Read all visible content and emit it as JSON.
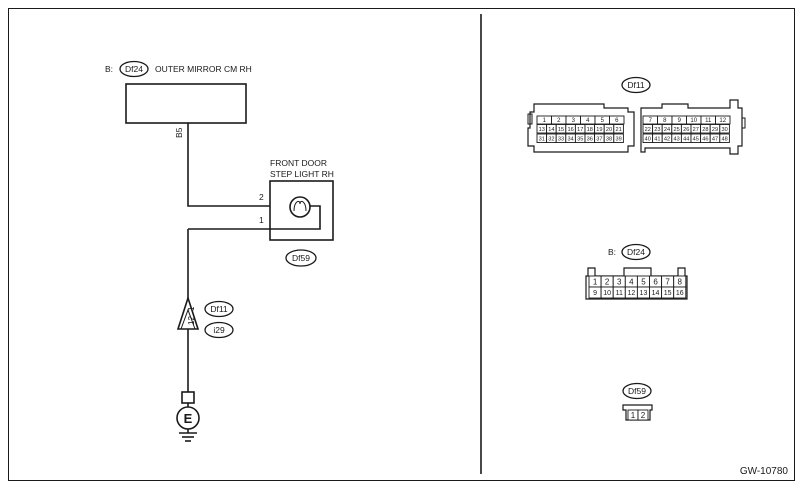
{
  "diagram": {
    "outer_mirror": {
      "prefix": "B:",
      "connector": "Df24",
      "label": "OUTER MIRROR CM RH",
      "pin": "B5"
    },
    "step_light": {
      "label_line1": "FRONT DOOR",
      "label_line2": "STEP LIGHT RH",
      "pin_top": "2",
      "pin_bottom": "1",
      "connector": "Df59"
    },
    "joint": {
      "connector_top": "Df11",
      "connector_bottom": "i29",
      "pin_a": "12",
      "pin_b": "1"
    },
    "ground": {
      "symbol": "E"
    },
    "connectors": {
      "df11": {
        "name": "Df11",
        "left_row1": [
          "1",
          "2",
          "3",
          "4",
          "5",
          "6"
        ],
        "left_row2": [
          "13",
          "14",
          "15",
          "16",
          "17",
          "18",
          "19",
          "20",
          "21"
        ],
        "left_row3": [
          "31",
          "32",
          "33",
          "34",
          "35",
          "36",
          "37",
          "38",
          "39"
        ],
        "right_row1": [
          "7",
          "8",
          "9",
          "10",
          "11",
          "12"
        ],
        "right_row2": [
          "22",
          "23",
          "24",
          "25",
          "26",
          "27",
          "28",
          "29",
          "30"
        ],
        "right_row3": [
          "40",
          "41",
          "42",
          "43",
          "44",
          "45",
          "46",
          "47",
          "48"
        ]
      },
      "df24": {
        "prefix": "B:",
        "name": "Df24",
        "row1": [
          "1",
          "2",
          "3",
          "4",
          "5",
          "6",
          "7",
          "8"
        ],
        "row2": [
          "9",
          "10",
          "11",
          "12",
          "13",
          "14",
          "15",
          "16"
        ]
      },
      "df59": {
        "name": "Df59",
        "pins": [
          "1",
          "2"
        ]
      }
    },
    "code": "GW-10780"
  }
}
